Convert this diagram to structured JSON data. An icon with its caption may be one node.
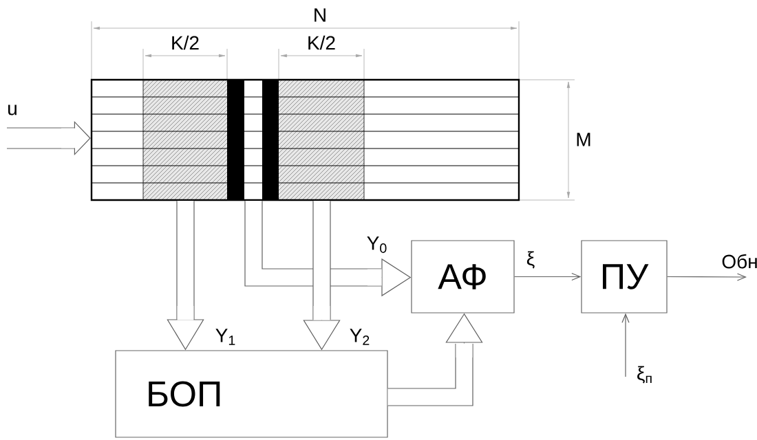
{
  "diagram": {
    "nodes": [
      {
        "text": [],
        "shape": "box"
      },
      {
        "text": [
          "АФ"
        ]
      },
      {
        "text": [
          "ПУ"
        ]
      },
      {
        "text": [
          "БОП"
        ]
      }
    ],
    "edges": [
      {
        "from": null,
        "to": 0,
        "arrow": "to",
        "label": "u"
      },
      {
        "from": 0,
        "to": 1,
        "arrow": "to",
        "label": "Y$_{0}$"
      },
      {
        "from": 0,
        "to": 3,
        "arrow": "to",
        "label": "Y$_{1}$"
      },
      {
        "from": 0,
        "to": 3,
        "arrow": "to",
        "label": "Y$_{2}$"
      },
      {
        "from": 3,
        "to": 1,
        "arrow": "to"
      },
      {
        "from": 1,
        "to": 2,
        "arrow": "to",
        "label": "ξ"
      },
      {
        "from": 2,
        "to": null,
        "arrow": "to",
        "label": "Обн"
      },
      {
        "from": null,
        "to": 2,
        "arrow": "to",
        "label": "ξ$_{п}$"
      }
    ],
    "labels": [
      "N",
      "K/2",
      "K/2",
      "M"
    ]
  }
}
